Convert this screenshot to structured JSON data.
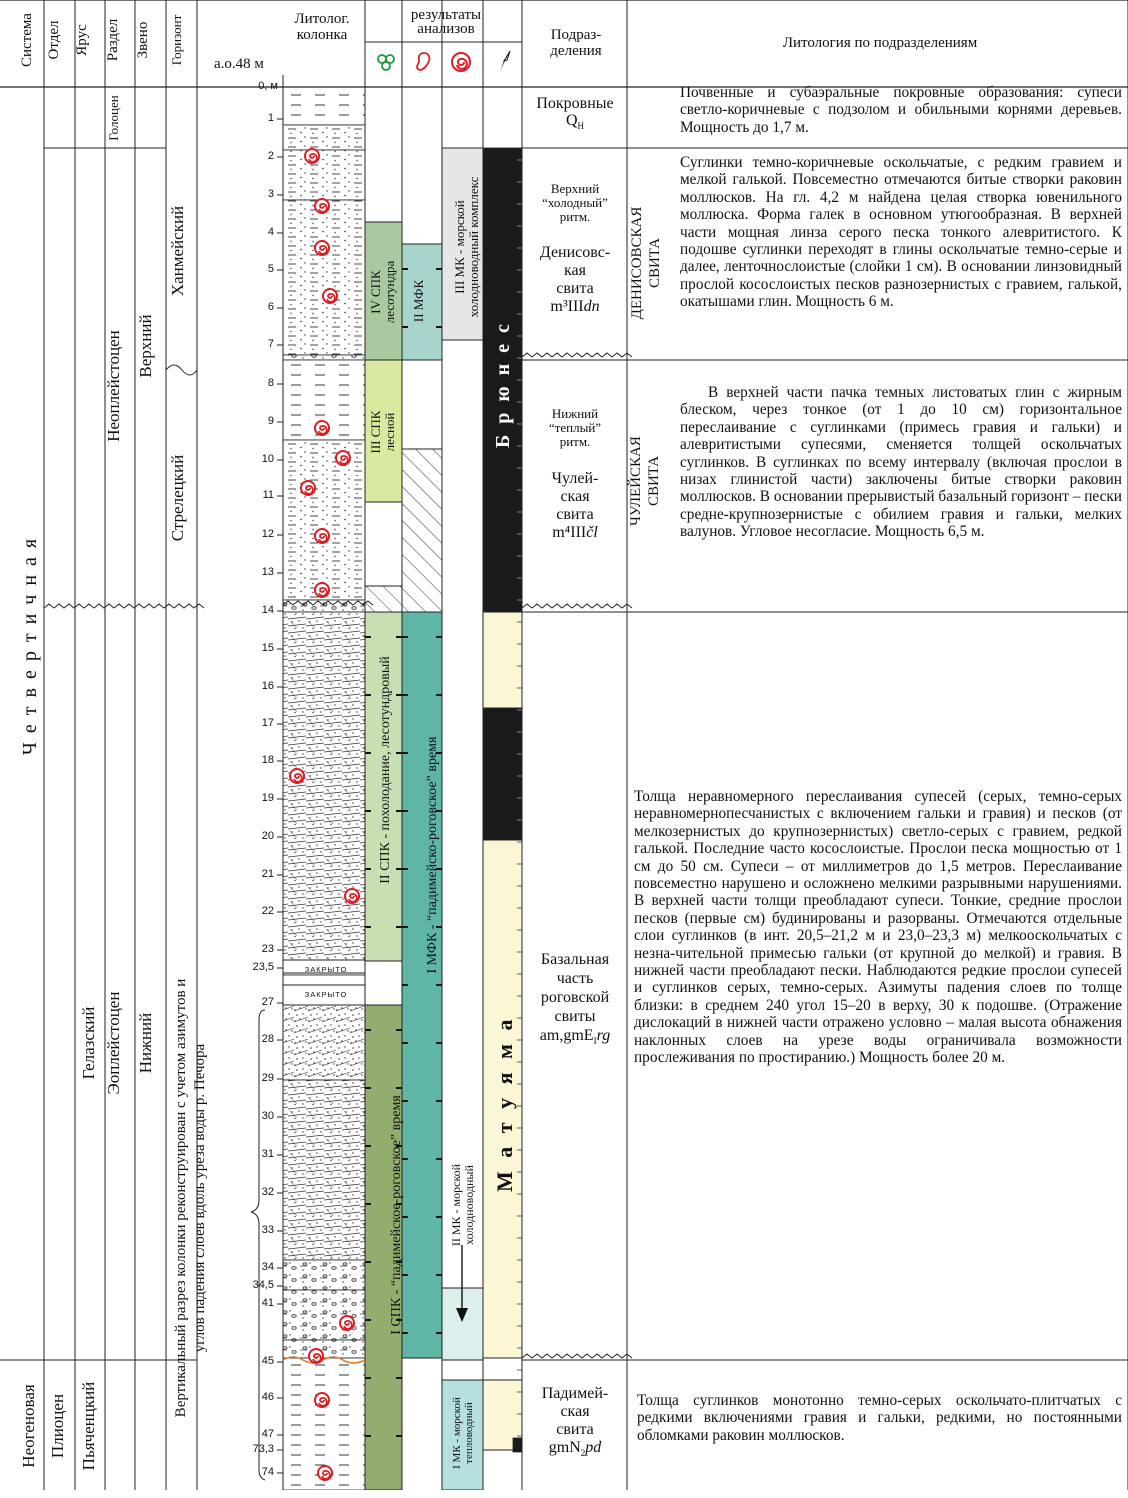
{
  "headers": {
    "system": "Система",
    "series": "Отдел",
    "stage": "Ярус",
    "division": "Раздел",
    "link": "Звено",
    "horizon": "Горизонт",
    "lithology_column": "Литолог.\nколонка",
    "altitude": "а.о.48 м",
    "analysis": "результаты\nанализов",
    "units": "Подраз-\nделения",
    "lithology_by_units": "Литология по подразделениям"
  },
  "analysis_icons": [
    "clover-icon",
    "foot-icon",
    "spiral-shell-icon",
    "compass-needle-icon"
  ],
  "strat": {
    "system_quaternary": "Ч е т в е р т и ч н а я",
    "system_neogene": "Неогеновая",
    "series_pliocene": "Плиоцен",
    "stage_gelasian": "Гелазский",
    "stage_pyachentsky": "Пьяченцкий",
    "division_holocene": "Голоцен",
    "division_neopleistocene": "Неоплейстоцен",
    "division_eopleistocene": "Эоплейстоцен",
    "link_upper": "Верхний",
    "link_lower": "Нижний",
    "horizon_khanmei": "Ханмейский",
    "horizon_streletsky": "Стрелецкий"
  },
  "depths": [
    "0, м",
    "1",
    "2",
    "3",
    "4",
    "5",
    "6",
    "7",
    "8",
    "9",
    "10",
    "11",
    "12",
    "13",
    "14",
    "15",
    "16",
    "17",
    "18",
    "19",
    "20",
    "21",
    "22",
    "23",
    "23,5",
    "27",
    "28",
    "29",
    "30",
    "31",
    "32",
    "33",
    "34",
    "34,5",
    "41",
    "45",
    "46",
    "47",
    "73,3",
    "74"
  ],
  "column_notes": {
    "closed1": "ЗАКРЫТО",
    "closed2": "ЗАКРЫТО",
    "vertical_note": "Вертикальный разрез колонки реконструирован с учетом азимутов и\nуглов падения слоев вдоль уреза воды р. Печора"
  },
  "analysis_labels": {
    "spk4": "IV СПК\nлесотундра",
    "mfk2": "II МФК",
    "mk3": "III МК - морской\nхолодноводный комплекс",
    "spk3": "III СПК\nлесной",
    "spk2": "II СПК - похолодание, лесотундровый",
    "mfk1": "I МФК - “падимейско-роговское”  время",
    "spk1": "I СПК - “падимейское-роговское”  время",
    "mk2": "II МК - морской\nхолодноводный",
    "mk1": "I МК - морской\nтепловодный",
    "brunhes": "Б р ю н е с",
    "matuyama": "М а т у я м а"
  },
  "units": {
    "cover": {
      "line1": "Покровные",
      "line2": "Q",
      "sub": "H"
    },
    "upper": {
      "line1": "Верхний",
      "line2": "“холодный”",
      "line3": "ритм.",
      "name1": "Денисовс-",
      "name2": "кая",
      "name3": "свита",
      "index": "m³III",
      "index_it": "dn"
    },
    "lower": {
      "line1": "Нижний",
      "line2": "“теплый”",
      "line3": "ритм.",
      "name1": "Чулей-",
      "name2": "ская",
      "name3": "свита",
      "index": "m⁴III",
      "index_it": "čl"
    },
    "basal": {
      "line1": "Базальная",
      "line2": "часть",
      "line3": "роговской",
      "line4": "свиты",
      "index": "am,gmE",
      "index_it": "rg",
      "index_sub": "I"
    },
    "padimey": {
      "line1": "Падимей-",
      "line2": "ская",
      "line3": "свита",
      "index": "gmN",
      "index_sub": "2",
      "index_it": "pd"
    }
  },
  "side_labels": {
    "denisov": "ДЕНИСОВСКАЯ\nСВИТА",
    "chuley": "ЧУЛЕЙСКАЯ\nСВИТА"
  },
  "descriptions": {
    "cover": "Почвенные и субаэральные покровные образования: супеси светло-коричневые с подзолом и обильными корнями деревьев. Мощность до 1,7 м.",
    "denisov": "Суглинки темно-коричневые оскольчатые, с редким гравием и мелкой галькой. Повсеместно отмечаются битые створки раковин моллюсков. На гл. 4,2 м найдена целая створка ювенильного моллюска. Форма галек в основном утюгообразная. В верхней части мощная линза серого песка тонкого алевритистого. К подошве суглинки переходят в глины оскольчатые темно-серые и далее, ленточнослоистые (слойки 1 см). В основании линзовидный прослой косослоистых песков разнозернистых с гравием, галькой, окатышами глин. Мощность 6 м.",
    "chuley": "В верхней части пачка темных листоватых глин с жирным блеском, через тонкое (от 1 до 10 см) горизонтальное переслаивание с суглинками (примесь гравия и гальки) и алевритистыми супесями, сменяется толщей оскольчатых суглинков. В суглинках по всему интервалу (включая прослои в низах глинистой части) заключены битые створки раковин моллюсков. В основании прерывистый базальный горизонт – пески средне-крупнозернистые с обилием гравия и гальки, мелких валунов. Угловое несогласие. Мощность 6,5 м.",
    "basal": "Толща неравномерного переслаивания супесей (серых, темно-серых неравномернопесчанистых с включением гальки и гравия) и песков (от мелкозернистых до крупнозернистых) светло-серых с гравием, редкой галькой. Последние часто косослоистые. Прослои песка мощностью от 1 см до 50 см. Супеси – от миллиметров до 1,5 метров. Переслаивание повсеместно нарушено и осложнено мелкими разрывными нарушениями. В верхней части толщи преобладают супеси. Тонкие, средние прослои песков (первые см) будинированы и разорваны. Отмечаются отдельные слои суглинков (в инт. 20,5–21,2 м и 23,0–23,3 м) мелкооскольчатых с незна-чительной примесью гальки (от крупной до мелкой) и гравия. В нижней части преобладают пески. Наблюдаются редкие прослои супесей и суглинков серых, темно-серых. Азимуты падения слоев по толще близки: в среднем 240 угол 15–20 в верху, 30 к подошве. (Отражение дислокаций в нижней части отражено условно – малая высота обнажения наклонных слоев на урезе воды ограничивала возможности прослеживания по простиранию.) Мощность более 20 м.",
    "padimey": "Толща суглинков монотонно темно-серых оскольчато-плитчатых с редкими включениями гравия и гальки, редкими, но постоянными обломками раковин моллюсков."
  },
  "colors": {
    "spk4": "#a9c9a0",
    "mfk2": "#a7d4cc",
    "mk3": "#e6e6e6",
    "spk3": "#d9eaa0",
    "spk2": "#c9dfb3",
    "mfk1": "#5fb5a6",
    "spk1": "#93ad6e",
    "mk2": "#dcefec",
    "mk1": "#b6e0dd",
    "normal_polarity": "#1a1a1a",
    "reversed_polarity": "#fbf7d6",
    "shell_red": "#e21b23"
  }
}
